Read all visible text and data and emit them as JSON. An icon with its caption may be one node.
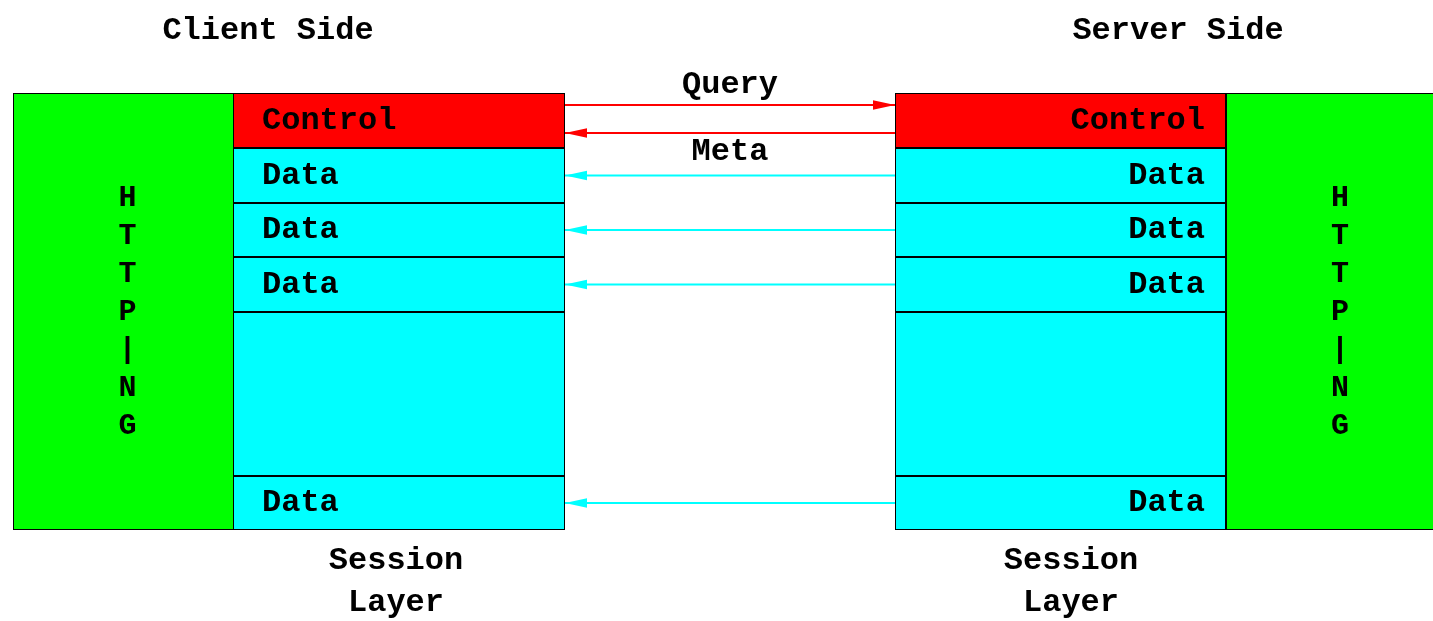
{
  "diagram": {
    "nodes": [
      {
        "text": [
          "H T T P | N G"
        ]
      },
      {
        "text": [
          "Control"
        ]
      },
      {
        "text": [
          "Data"
        ]
      },
      {
        "text": [
          "Data"
        ]
      },
      {
        "text": [
          "Data"
        ]
      },
      {
        "text": [],
        "shape": "box"
      },
      {
        "text": [
          "Data"
        ]
      },
      {
        "text": [
          "Control"
        ]
      },
      {
        "text": [
          "Data"
        ]
      },
      {
        "text": [
          "Data"
        ]
      },
      {
        "text": [
          "Data"
        ]
      },
      {
        "text": [],
        "shape": "box"
      },
      {
        "text": [
          "Data"
        ]
      },
      {
        "text": [
          "H T T P | N G"
        ]
      }
    ],
    "edges": [
      {
        "from": 1,
        "to": 7,
        "arrow": "to",
        "label": "Query",
        "color": "#ff0000"
      },
      {
        "from": 7,
        "to": 1,
        "arrow": "to",
        "label": "Meta",
        "color": "#ff0000"
      },
      {
        "from": 8,
        "to": 2,
        "arrow": "to"
      },
      {
        "from": 9,
        "to": 3,
        "arrow": "to"
      },
      {
        "from": 10,
        "to": 4,
        "arrow": "to"
      },
      {
        "from": 12,
        "to": 6,
        "arrow": "to"
      }
    ],
    "labels": [
      "Client Side",
      "Server Side",
      "Session Layer",
      "Session Layer"
    ]
  }
}
